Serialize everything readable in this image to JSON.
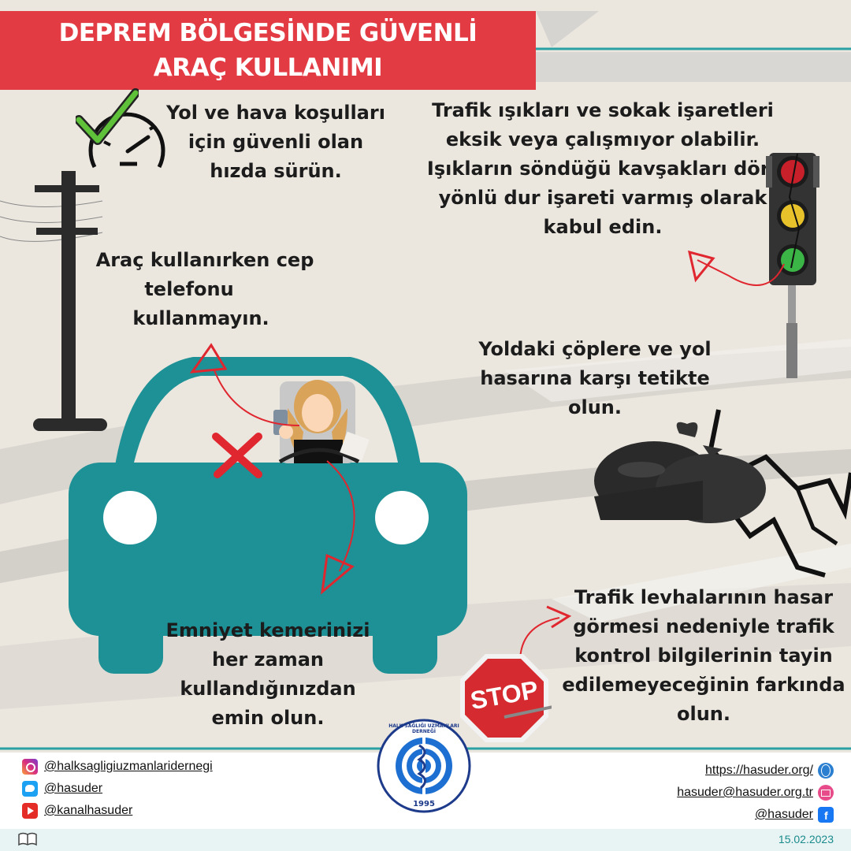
{
  "title": {
    "line1": "DEPREM BÖLGESİNDE GÜVENLİ",
    "line2": "ARAÇ KULLANIMI"
  },
  "tips": {
    "speed": [
      "Yol ve hava koşulları",
      "için güvenli olan",
      "hızda sürün."
    ],
    "traffic_lights": [
      "Trafik ışıkları ve sokak işaretleri",
      "eksik veya çalışmıyor olabilir.",
      "Işıkların söndüğü kavşakları dört",
      "yönlü dur işareti varmış olarak",
      "kabul edin."
    ],
    "phone": [
      "Araç kullanırken cep",
      "telefonu",
      "kullanmayın."
    ],
    "debris": [
      "Yoldaki çöplere ve yol",
      "hasarına karşı tetikte",
      "olun."
    ],
    "seatbelt": [
      "Emniyet kemerinizi",
      "her zaman",
      "kullandığınızdan",
      "emin olun."
    ],
    "signs": [
      "Trafik levhalarının hasar",
      "görmesi nedeniyle trafik",
      "kontrol bilgilerinin tayin",
      "edilemeyeceğinin farkında",
      "olun."
    ]
  },
  "stop_sign_text": "STOP",
  "logo": {
    "ring_text": "HALK SAĞLIĞI UZMANLARI DERNEĞİ",
    "year": "1995"
  },
  "social": {
    "instagram": "@halksagligiuzmanlaridernegi",
    "twitter": "@hasuder",
    "youtube": "@kanalhasuder"
  },
  "contact": {
    "website": "https://hasuder.org/",
    "email": "hasuder@hasuder.org.tr",
    "facebook": "@hasuder"
  },
  "date": "15.02.2023",
  "colors": {
    "banner": "#e23b44",
    "car": "#1e9196",
    "accent_teal": "#1a8a8c",
    "arrow_red": "#e0262e"
  },
  "icons": [
    "check-icon",
    "speedometer-icon",
    "utility-pole-icon",
    "traffic-light-icon",
    "garbage-bags-icon",
    "road-crack-icon",
    "car-icon",
    "driver-with-phone-icon",
    "x-mark-icon",
    "stop-sign-icon",
    "instagram-icon",
    "twitter-icon",
    "youtube-icon",
    "globe-icon",
    "mail-icon",
    "facebook-icon",
    "book-icon"
  ]
}
